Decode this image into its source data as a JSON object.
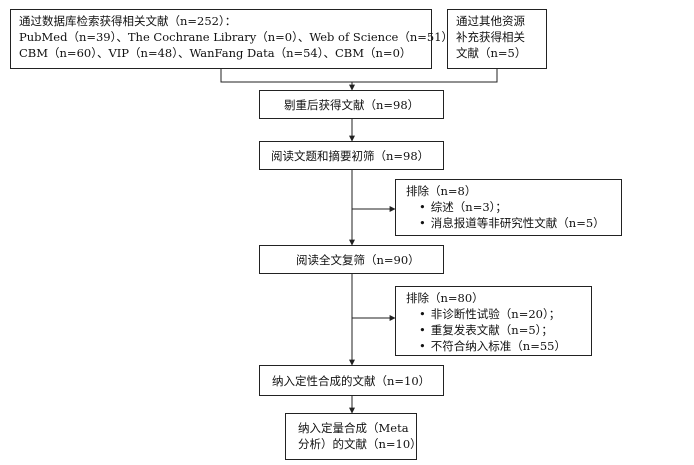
{
  "boxes": {
    "databases": {
      "lines": [
        "通过数据库检索获得相关文献（n=252）：",
        "PubMed（n=39）、The Cochrane Library（n=0）、Web of Science（n=51）、",
        "CBM（n=60）、VIP（n=48）、WanFang Data（n=54）、CBM（n=0）"
      ]
    },
    "other_sources": {
      "lines": [
        "通过其他资源",
        "补充获得相关",
        "文献（n=5）"
      ]
    },
    "deduplicated": {
      "label": "剔重后获得文献（n=98）"
    },
    "title_abstract": {
      "label": "阅读文题和摘要初筛（n=98）"
    },
    "excluded_1": {
      "title": "排除（n=8）",
      "items": [
        "综述（n=3）；",
        "消息报道等非研究性文献（n=5）"
      ]
    },
    "full_text": {
      "label": "阅读全文复筛（n=90）"
    },
    "excluded_2": {
      "title": "排除（n=80）",
      "items": [
        "非诊断性试验（n=20）；",
        "重复发表文献（n=5）；",
        "不符合纳入标准（n=55）"
      ]
    },
    "qualitative": {
      "label": "纳入定性合成的文献（n=10）"
    },
    "quantitative": {
      "lines": [
        "纳入定量合成（Meta",
        "分析）的文献（n=10）"
      ]
    }
  },
  "bullet": "•"
}
